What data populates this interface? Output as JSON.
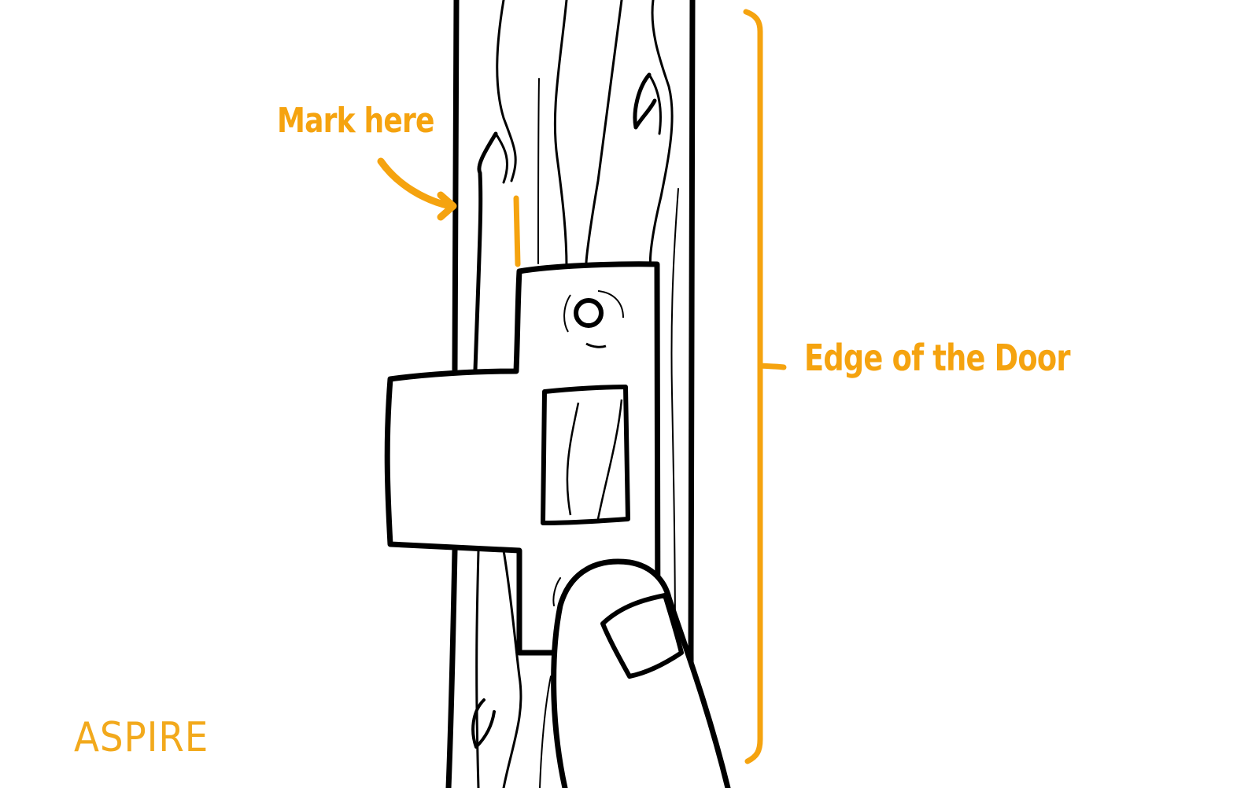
{
  "diagram": {
    "subject": "Door edge with latch strike plate held by thumb",
    "annotations": {
      "mark_label": "Mark here",
      "edge_label": "Edge of the Door"
    },
    "brand": {
      "logo_text": "ASPIRE"
    },
    "colors": {
      "accent": "#f5a30f",
      "line": "#000000",
      "background": "#ffffff"
    }
  }
}
